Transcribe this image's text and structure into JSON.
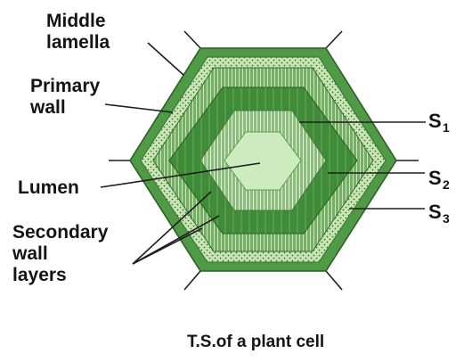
{
  "labels": {
    "middle_lamella_1": "Middle",
    "middle_lamella_2": "lamella",
    "primary_wall_1": "Primary",
    "primary_wall_2": "wall",
    "lumen": "Lumen",
    "secondary_1": "Secondary",
    "secondary_2": "wall",
    "secondary_3": "layers",
    "s1_letter": "S",
    "s1_sub": "1",
    "s2_letter": "S",
    "s2_sub": "2",
    "s3_letter": "S",
    "s3_sub": "3"
  },
  "caption": "T.S.of a plant cell",
  "colors": {
    "outer_wall": "#4f9a45",
    "dotted_layer": "#c8e6b4",
    "s3_layer": "#6fb262",
    "s2_layer": "#3f8b38",
    "s1_layer": "#86c275",
    "lumen": "#ccebbf",
    "outline": "#2c5a28"
  }
}
